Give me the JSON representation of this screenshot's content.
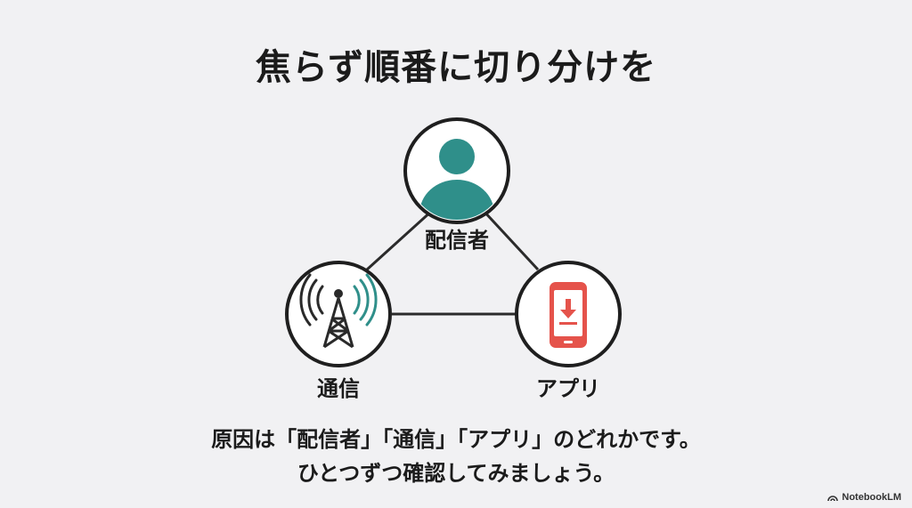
{
  "title": "焦らず順番に切り分けを",
  "nodes": {
    "sender": {
      "label": "配信者",
      "icon": "person-icon"
    },
    "network": {
      "label": "通信",
      "icon": "signal-tower-icon"
    },
    "app": {
      "label": "アプリ",
      "icon": "smartphone-download-icon"
    }
  },
  "caption": {
    "line1": "原因は「配信者」「通信」「アプリ」のどれかです。",
    "line2": "ひとつずつ確認してみましょう。"
  },
  "brand": "NotebookLM",
  "colors": {
    "teal": "#2f8f8a",
    "phone_red": "#e5534b",
    "tower_dark": "#2a2a2a",
    "outline": "#1f1f1f",
    "background": "#f1f1f3"
  }
}
